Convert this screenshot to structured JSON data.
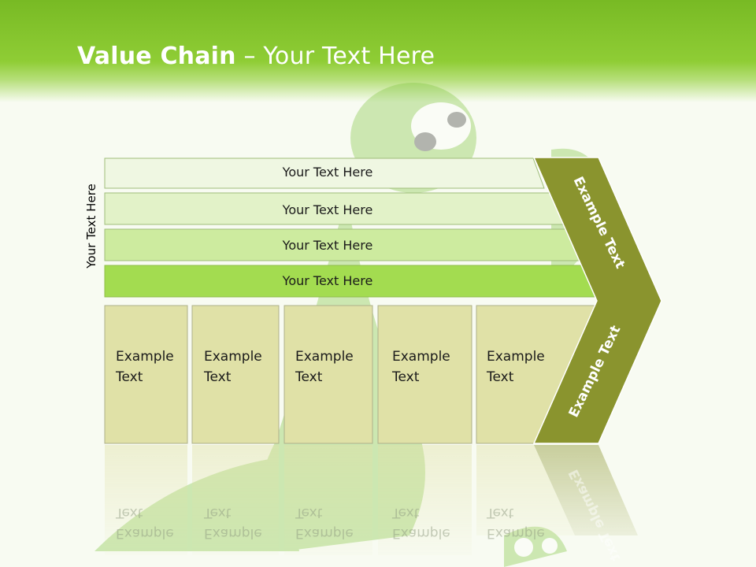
{
  "slide": {
    "title_bold": "Value Chain",
    "title_rest": " – Your Text Here",
    "side_label": "Your Text Here"
  },
  "support_rows": [
    {
      "label": "Your Text Here",
      "fill": "#eff7e2"
    },
    {
      "label": "Your Text Here",
      "fill": "#e2f2c8"
    },
    {
      "label": "Your Text Here",
      "fill": "#cdeb9f"
    },
    {
      "label": "Your Text Here",
      "fill": "#a3dc50"
    }
  ],
  "primary_boxes": [
    {
      "line1": "Example",
      "line2": "Text"
    },
    {
      "line1": "Example",
      "line2": "Text"
    },
    {
      "line1": "Example",
      "line2": "Text"
    },
    {
      "line1": "Example",
      "line2": "Text"
    },
    {
      "line1": "Example",
      "line2": "Text"
    }
  ],
  "chevron": {
    "upper_label": "Example Text",
    "lower_label": "Example Text",
    "fill": "#8a942e"
  },
  "colors": {
    "header_green": "#8fcd35",
    "box_fill": "#e0e1a7",
    "box_stroke": "#aeb08a"
  }
}
